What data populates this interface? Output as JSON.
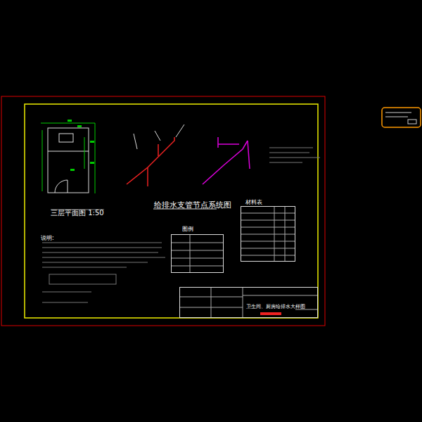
{
  "diagram": {
    "title": "给排水支管节点系统图",
    "nodes": [
      {
        "text": [
          "图例"
        ]
      },
      {
        "text": [
          "材料表"
        ]
      },
      {
        "text": [
          "卫生间、厨房给排水大样图"
        ]
      }
    ],
    "labels": [
      "三层平面图 1:50",
      "说明:"
    ]
  }
}
